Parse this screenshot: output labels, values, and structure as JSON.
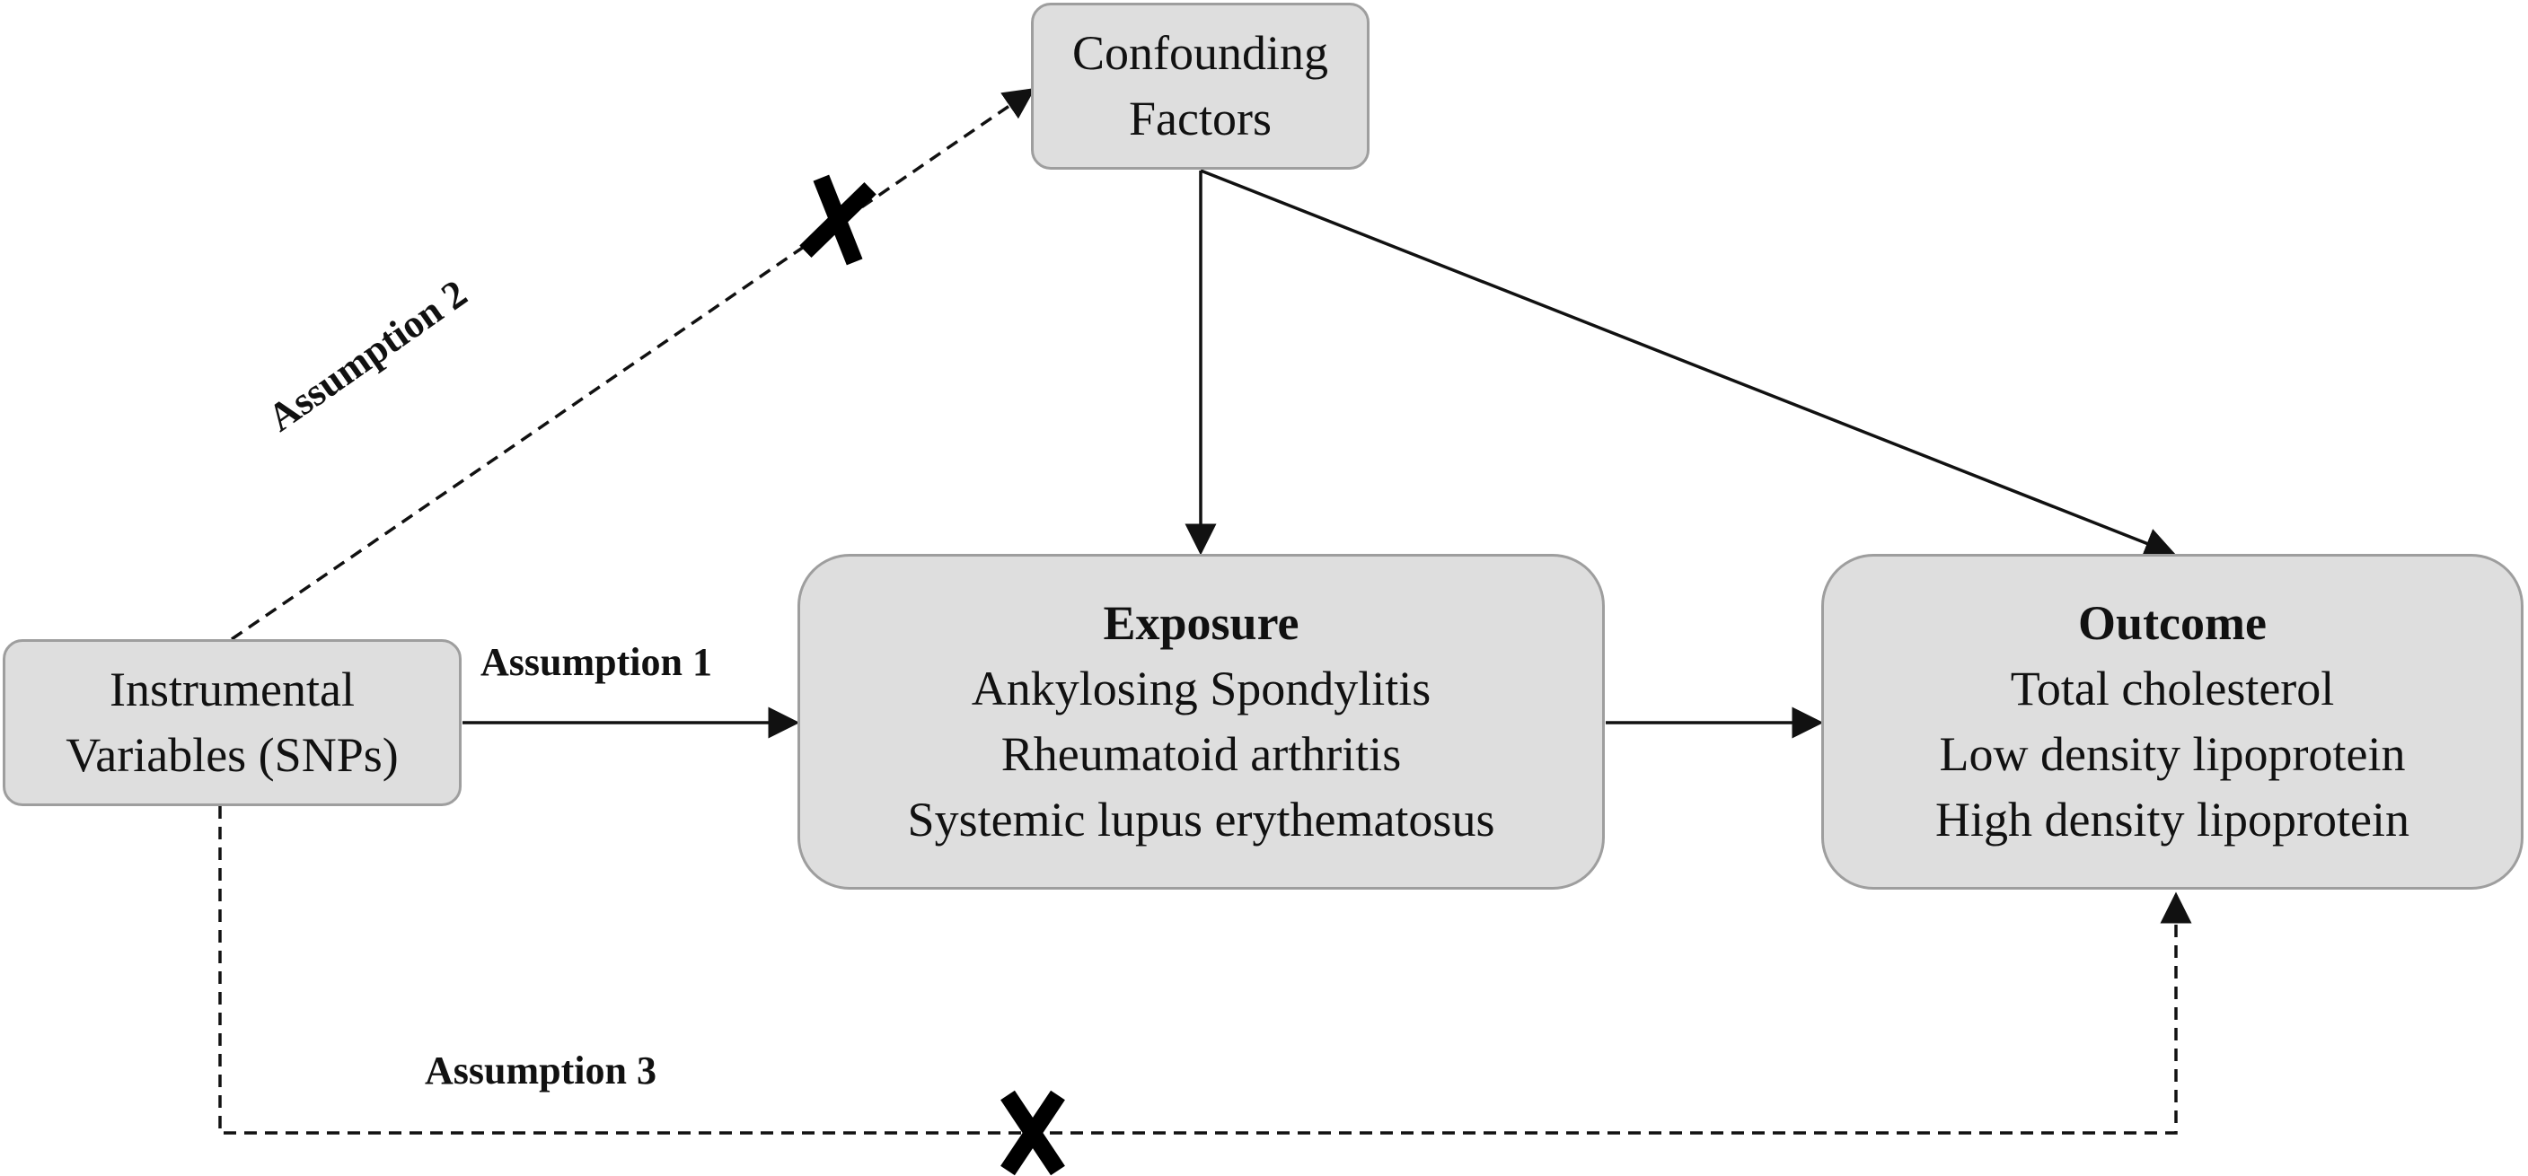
{
  "confounders": {
    "lines": [
      "Confounding",
      "Factors"
    ]
  },
  "instrument": {
    "lines": [
      "Instrumental",
      "Variables (SNPs)"
    ]
  },
  "exposure": {
    "title": "Exposure",
    "items": [
      "Ankylosing Spondylitis",
      "Rheumatoid arthritis",
      "Systemic lupus erythematosus"
    ]
  },
  "outcome": {
    "title": "Outcome",
    "items": [
      "Total cholesterol",
      "Low density lipoprotein",
      "High density lipoprotein"
    ]
  },
  "assumptions": {
    "a1": "Assumption 1",
    "a2": "Assumption 2",
    "a3": "Assumption 3"
  },
  "colors": {
    "box_fill": "#dedede",
    "box_border": "#9e9e9e",
    "line": "#111111"
  },
  "icons": {
    "blocked_marker": "x-mark-icon"
  }
}
